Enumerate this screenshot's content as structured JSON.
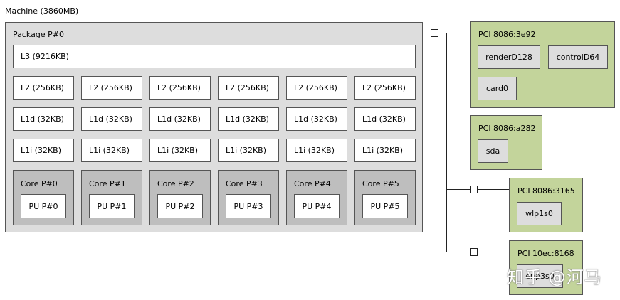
{
  "machine": {
    "label": "Machine (3860MB)"
  },
  "package": {
    "label": "Package P#0",
    "l3": "L3 (9216KB)",
    "l2": [
      "L2 (256KB)",
      "L2 (256KB)",
      "L2 (256KB)",
      "L2 (256KB)",
      "L2 (256KB)",
      "L2 (256KB)"
    ],
    "l1d": [
      "L1d (32KB)",
      "L1d (32KB)",
      "L1d (32KB)",
      "L1d (32KB)",
      "L1d (32KB)",
      "L1d (32KB)"
    ],
    "l1i": [
      "L1i (32KB)",
      "L1i (32KB)",
      "L1i (32KB)",
      "L1i (32KB)",
      "L1i (32KB)",
      "L1i (32KB)"
    ],
    "cores": [
      {
        "label": "Core P#0",
        "pu": "PU P#0"
      },
      {
        "label": "Core P#1",
        "pu": "PU P#1"
      },
      {
        "label": "Core P#2",
        "pu": "PU P#2"
      },
      {
        "label": "Core P#3",
        "pu": "PU P#3"
      },
      {
        "label": "Core P#4",
        "pu": "PU P#4"
      },
      {
        "label": "Core P#5",
        "pu": "PU P#5"
      }
    ]
  },
  "pci": [
    {
      "label": "PCI 8086:3e92",
      "devices": [
        "renderD128",
        "controlD64",
        "card0"
      ]
    },
    {
      "label": "PCI 8086:a282",
      "devices": [
        "sda"
      ]
    },
    {
      "label": "PCI 8086:3165",
      "devices": [
        "wlp1s0"
      ]
    },
    {
      "label": "PCI 10ec:8168",
      "devices": [
        "enp3s0"
      ]
    }
  ],
  "watermark": "知乎 @河马",
  "colors": {
    "package": "#dddddd",
    "core": "#bebebe",
    "cache": "#ffffff",
    "pci": "#c3d49b",
    "osdev": "#dddddd"
  }
}
